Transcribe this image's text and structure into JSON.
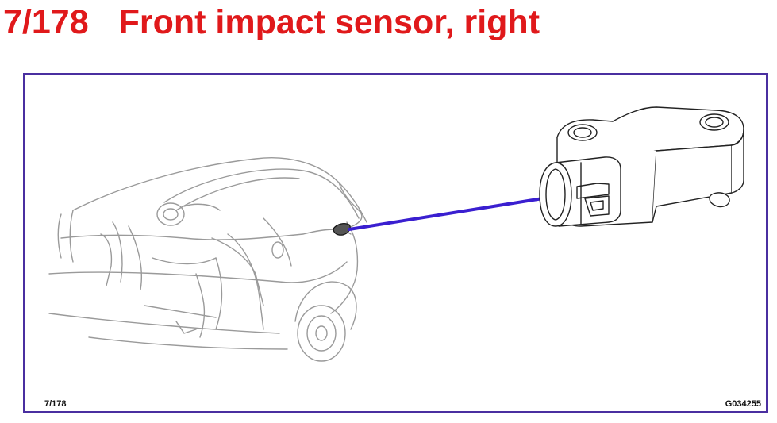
{
  "header": {
    "code": "7/178",
    "title": "Front impact sensor, right",
    "color": "#e0191b"
  },
  "figure": {
    "frame_color": "#4a2fa0",
    "leader_color": "#3a1fd0",
    "line_color": "#9a9a9a",
    "sensor_line_color": "#222222",
    "page_ref": "7/178",
    "image_ref": "G034255"
  }
}
